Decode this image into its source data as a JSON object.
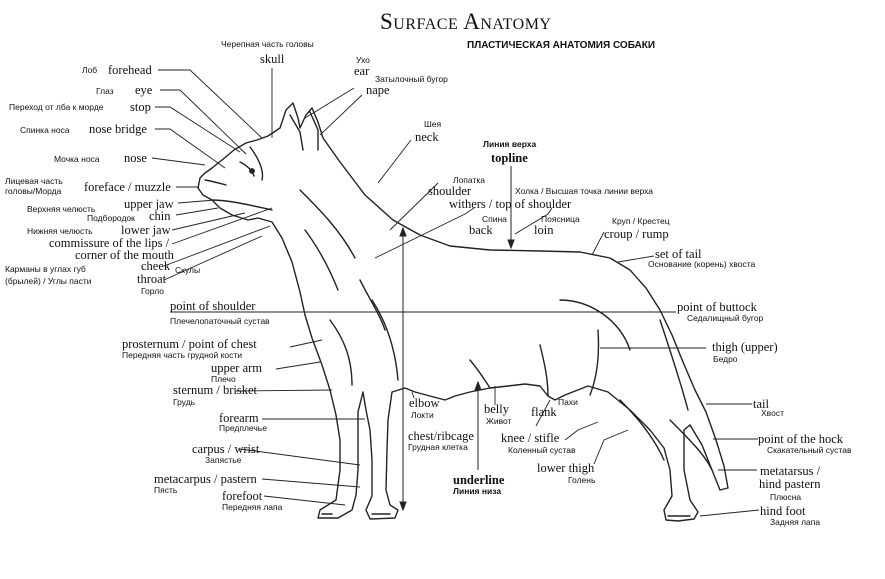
{
  "title": "Surface Anatomy",
  "subtitle": "ПЛАСТИЧЕСКАЯ АНАТОМИЯ СОБАКИ",
  "labels": {
    "skull_ru": "Черепная часть головы",
    "skull": "skull",
    "ear_ru": "Ухо",
    "ear": "ear",
    "nape_ru": "Затылочный бугор",
    "nape": "nape",
    "forehead_ru": "Лоб",
    "forehead": "forehead",
    "eye_ru": "Глаз",
    "eye": "eye",
    "stop_ru": "Переход от лба к морде",
    "stop": "stop",
    "nose_bridge_ru": "Спинка носа",
    "nose_bridge": "nose bridge",
    "nose_ru": "Мочка носа",
    "nose": "nose",
    "foreface_ru1": "Лицевая часть",
    "foreface_ru2": "головы/Морда",
    "foreface": "foreface / muzzle",
    "upper_jaw_ru": "Верхняя челюсть",
    "upper_jaw": "upper jaw",
    "chin_ru": "Подбородок",
    "chin": "chin",
    "lower_jaw_ru": "Нижняя челюсть",
    "lower_jaw": "lower jaw",
    "commissure1": "commissure of the lips /",
    "commissure2": "corner of the mouth",
    "lips_ru1": "Карманы в углах губ",
    "lips_ru2": "(брылей) / Углы пасти",
    "cheek": "cheek",
    "cheek_ru": "Скулы",
    "throat": "throat",
    "throat_ru": "Горло",
    "neck_ru": "Шея",
    "neck": "neck",
    "topline_ru": "Линия верха",
    "topline": "topline",
    "shoulder_ru": "Лопатка",
    "shoulder": "shoulder",
    "withers": "withers / top of shoulder",
    "withers_ru": "Холка / Высшая точка линии верха",
    "back_ru": "Спина",
    "back": "back",
    "loin_ru": "Поясница",
    "loin": "loin",
    "croup_ru": "Круп / Крестец",
    "croup": "croup / rump",
    "set_of_tail": "set of tail",
    "set_of_tail_ru": "Основание (корень) хвоста",
    "point_of_shoulder": "point of shoulder",
    "point_of_shoulder_ru": "Плечелопаточный сустав",
    "point_of_buttock": "point of buttock",
    "point_of_buttock_ru": "Седалищный бугор",
    "prosternum": "prosternum / point of chest",
    "prosternum_ru": "Передняя часть грудной кости",
    "upper_arm": "upper arm",
    "upper_arm_ru": "Плечо",
    "thigh": "thigh (upper)",
    "thigh_ru": "Бедро",
    "sternum": "sternum / brisket",
    "sternum_ru": "Грудь",
    "elbow": "elbow",
    "elbow_ru": "Локти",
    "belly": "belly",
    "belly_ru": "Живот",
    "flank_ru": "Пахи",
    "flank": "flank",
    "tail": "tail",
    "tail_ru": "Хвост",
    "forearm": "forearm",
    "forearm_ru": "Предплечье",
    "chest": "chest/ribcage",
    "chest_ru": "Грудная клетка",
    "stifle": "knee / stifle",
    "stifle_ru": "Коленный сустав",
    "hock": "point of the hock",
    "hock_ru": "Скакательный сустав",
    "carpus": "carpus / wrist",
    "carpus_ru": "Запястье",
    "lower_thigh": "lower thigh",
    "lower_thigh_ru": "Голень",
    "metacarpus": "metacarpus / pastern",
    "metacarpus_ru": "Пясть",
    "underline": "underline",
    "underline_ru": "Линия низа",
    "metatarsus1": "metatarsus /",
    "metatarsus2": "hind pastern",
    "metatarsus_ru": "Плюсна",
    "forefoot": "forefoot",
    "forefoot_ru": "Передняя лапа",
    "hind_foot": "hind foot",
    "hind_foot_ru": "Задняя лапа"
  }
}
